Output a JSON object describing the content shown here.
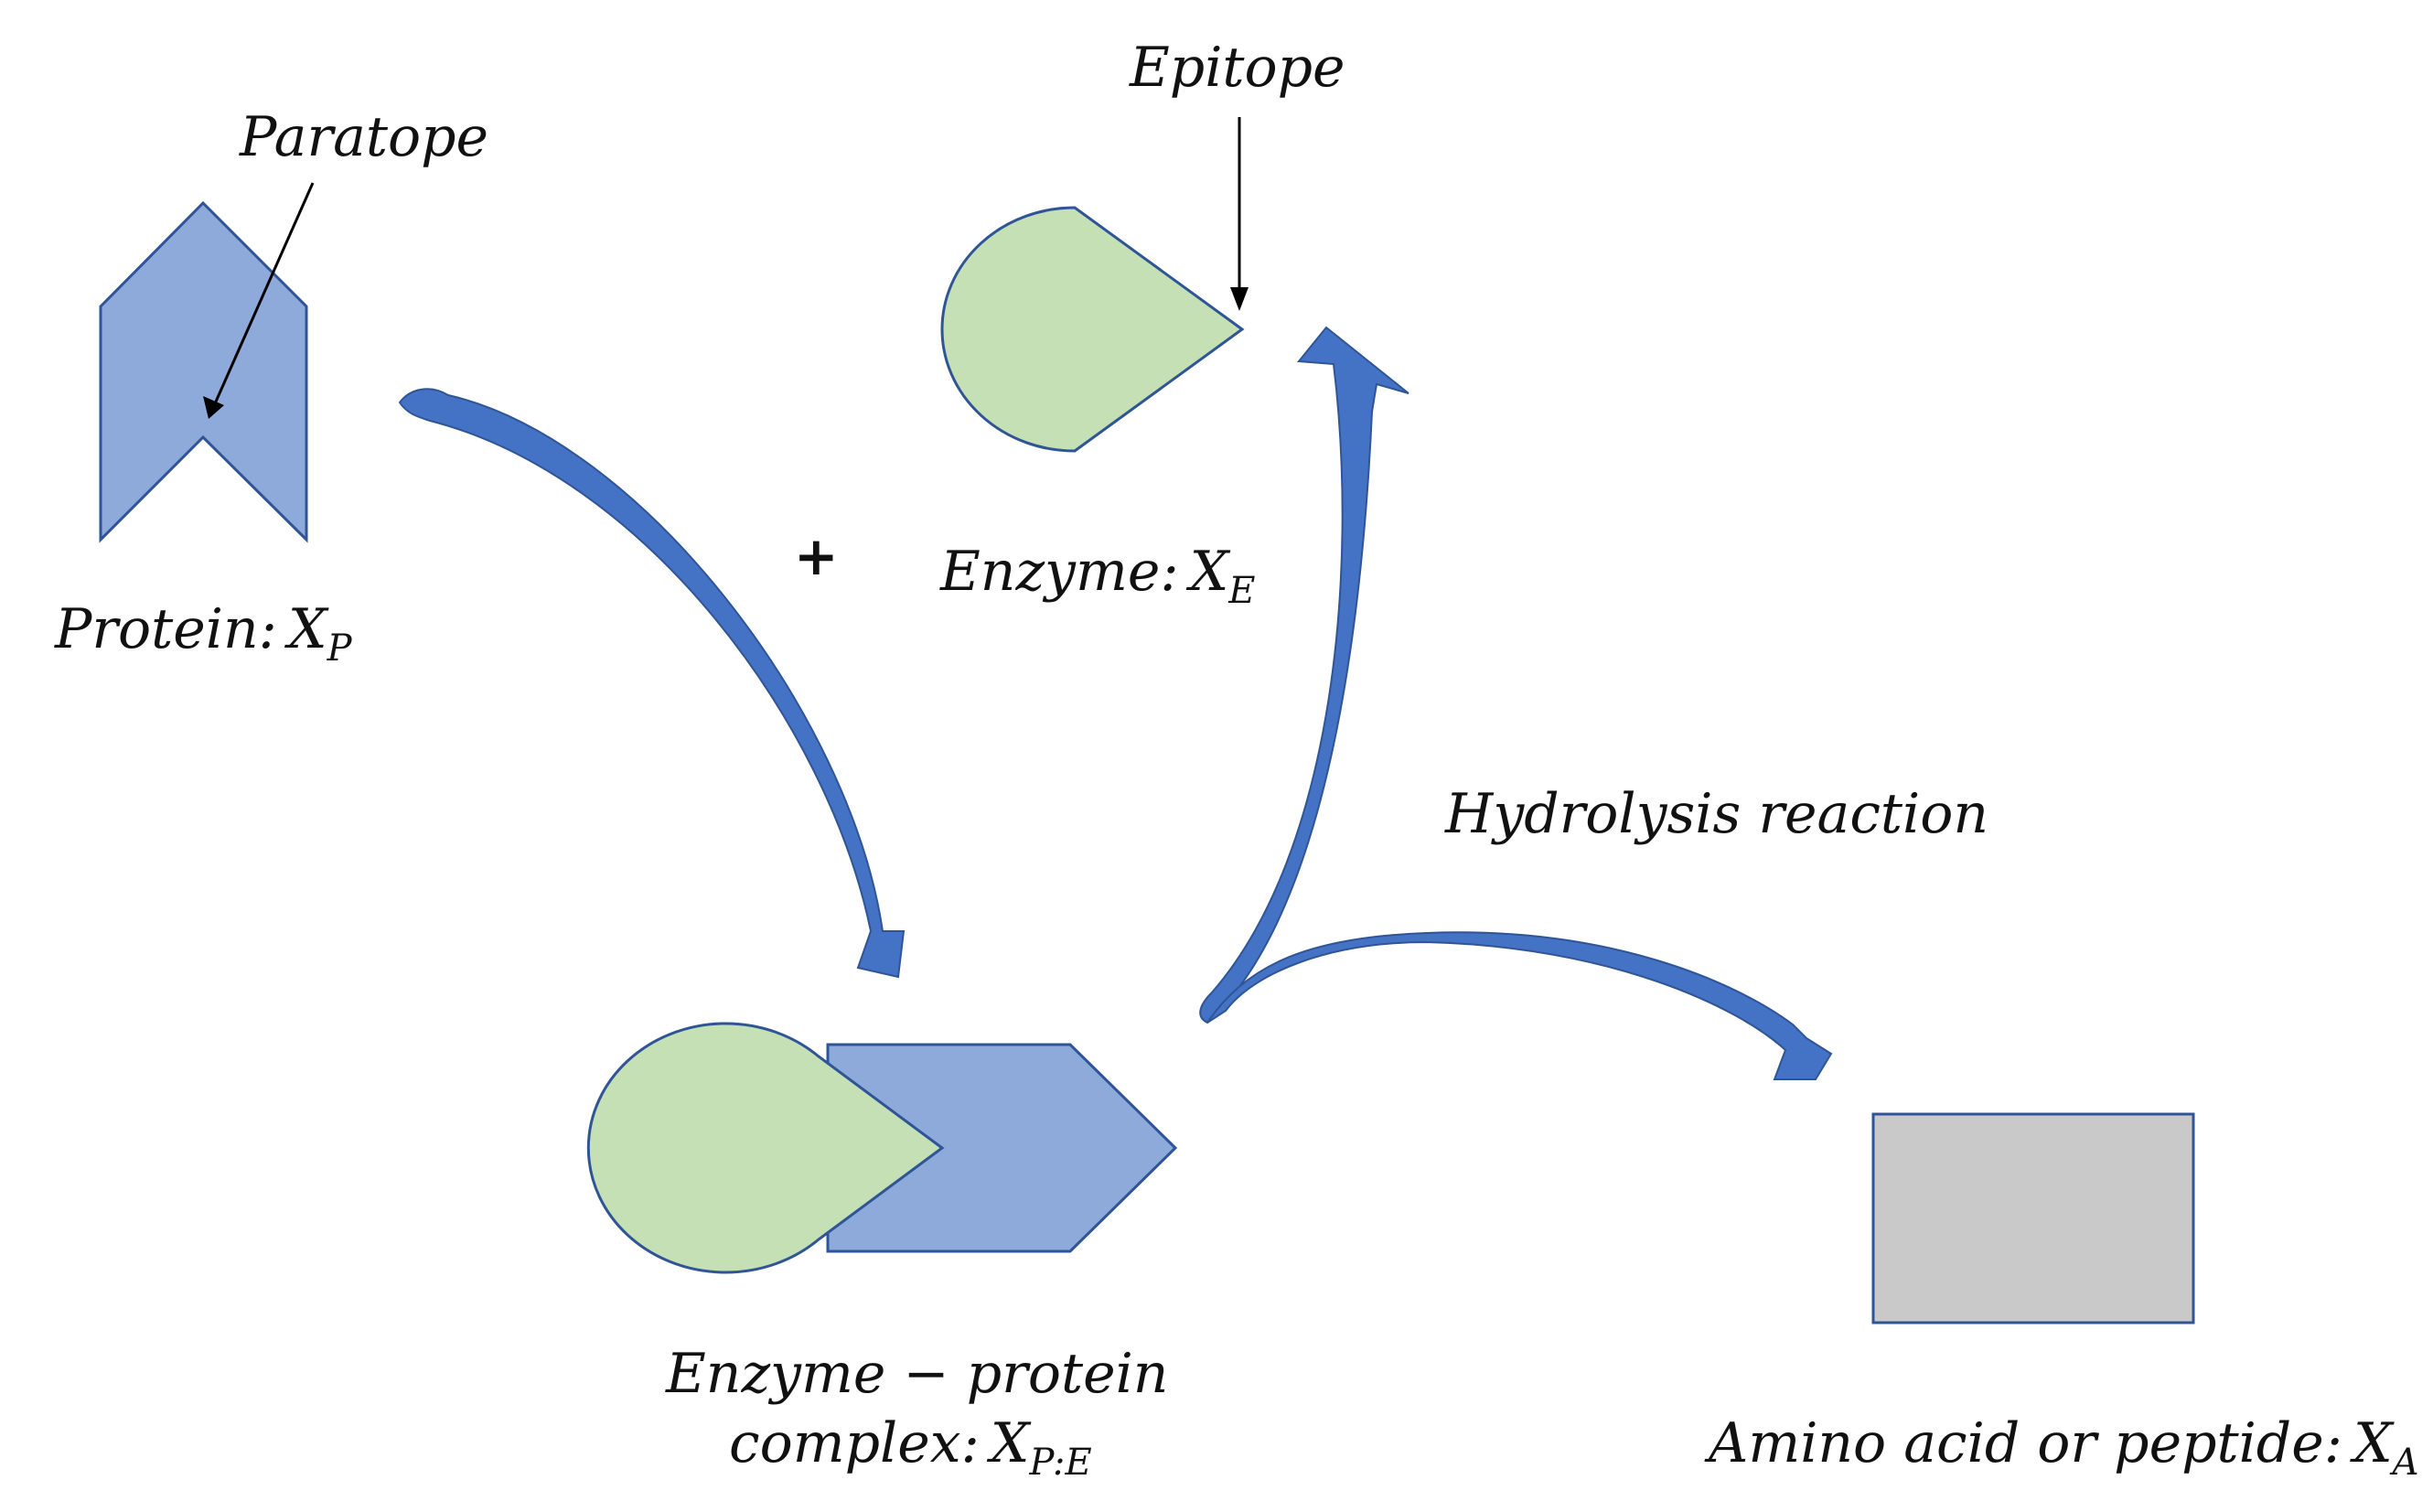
{
  "labels": {
    "paratope": "Paratope",
    "epitope": "Epitope",
    "plus": "+",
    "protein_main": "Protein:",
    "protein_var": "X",
    "protein_sub": "P",
    "enzyme_main": "Enzyme:",
    "enzyme_var": "X",
    "enzyme_sub": "E",
    "hydrolysis": "Hydrolysis reaction",
    "complex_line1": "Enzyme − protein",
    "complex_line2_main": "complex:",
    "complex_var": "X",
    "complex_sub": "P:E",
    "amino_main": "Amino acid or peptide:",
    "amino_var": "X",
    "amino_sub": "A"
  },
  "colors": {
    "protein_fill": "#8eaadb",
    "protein_stroke": "#2f5597",
    "enzyme_fill": "#c5e0b4",
    "enzyme_stroke": "#2f5597",
    "product_fill": "#c9c9c9",
    "product_stroke": "#2f5597",
    "arrow_fill": "#4472c4",
    "arrow_stroke": "#2f5597"
  }
}
